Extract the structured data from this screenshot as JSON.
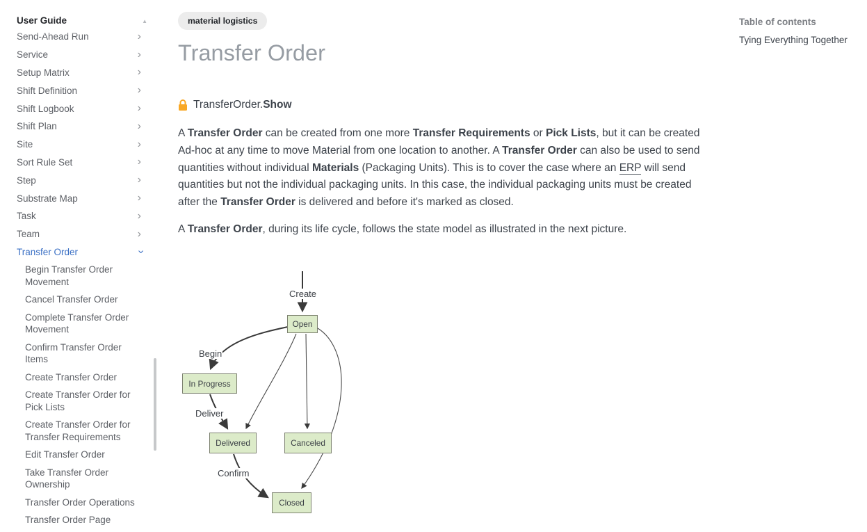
{
  "colors": {
    "accent_blue": "#3a6fc4",
    "node_fill": "#dcebc9",
    "node_border": "#7d8270",
    "lock_amber": "#f9a825",
    "chip_bg": "#ececec"
  },
  "icons": {
    "chevron": "›",
    "scroll_indicator": "▲",
    "lock": "lock-icon"
  },
  "sidebar": {
    "title": "User Guide",
    "items": [
      {
        "label": "Send-Ahead Run"
      },
      {
        "label": "Service"
      },
      {
        "label": "Setup Matrix"
      },
      {
        "label": "Shift Definition"
      },
      {
        "label": "Shift Logbook"
      },
      {
        "label": "Shift Plan"
      },
      {
        "label": "Site"
      },
      {
        "label": "Sort Rule Set"
      },
      {
        "label": "Step"
      },
      {
        "label": "Substrate Map"
      },
      {
        "label": "Task"
      },
      {
        "label": "Team"
      },
      {
        "label": "Transfer Order",
        "active": true
      }
    ],
    "subitems": [
      {
        "label": "Begin Transfer Order Movement"
      },
      {
        "label": "Cancel Transfer Order"
      },
      {
        "label": "Complete Transfer Order Movement"
      },
      {
        "label": "Confirm Transfer Order Items"
      },
      {
        "label": "Create Transfer Order"
      },
      {
        "label": "Create Transfer Order for Pick Lists"
      },
      {
        "label": "Create Transfer Order for Transfer Requirements"
      },
      {
        "label": "Edit Transfer Order"
      },
      {
        "label": "Take Transfer Order Ownership"
      },
      {
        "label": "Transfer Order Operations"
      },
      {
        "label": "Transfer Order Page"
      }
    ]
  },
  "content": {
    "tag": "material logistics",
    "title": "Transfer Order",
    "api": {
      "prefix": "TransferOrder.",
      "method": "Show"
    },
    "paragraphs": [
      {
        "segments": [
          {
            "text": "A "
          },
          {
            "text": "Transfer Order",
            "bold": true
          },
          {
            "text": " can be created from one more "
          },
          {
            "text": "Transfer Requirements",
            "bold": true
          },
          {
            "text": " or "
          },
          {
            "text": "Pick Lists",
            "bold": true
          },
          {
            "text": ", but it can be created Ad-hoc at any time to move Material from one location to another. A "
          },
          {
            "text": "Transfer Order",
            "bold": true
          },
          {
            "text": " can also be used to send quantities without individual "
          },
          {
            "text": "Materials",
            "bold": true
          },
          {
            "text": " (Packaging Units). This is to cover the case where an "
          },
          {
            "text": "ERP",
            "underline": true
          },
          {
            "text": " will send quantities but not the individual packaging units. In this case, the individual packaging units must be created after the "
          },
          {
            "text": "Transfer Order",
            "bold": true
          },
          {
            "text": " is delivered and before it's marked as closed."
          }
        ]
      },
      {
        "segments": [
          {
            "text": "A "
          },
          {
            "text": "Transfer Order",
            "bold": true
          },
          {
            "text": ", during its life cycle, follows the state model as illustrated in the next picture."
          }
        ]
      }
    ]
  },
  "diagram": {
    "nodes": [
      {
        "label": "Open"
      },
      {
        "label": "In Progress"
      },
      {
        "label": "Delivered"
      },
      {
        "label": "Canceled"
      },
      {
        "label": "Closed"
      }
    ],
    "edges": [
      {
        "label": "Create",
        "from": "start",
        "to": "Open"
      },
      {
        "label": "Begin",
        "from": "Open",
        "to": "In Progress"
      },
      {
        "label": "Deliver",
        "from": "In Progress",
        "to": "Delivered"
      },
      {
        "label": "Confirm",
        "from": "Delivered",
        "to": "Closed"
      },
      {
        "label": "",
        "from": "Open",
        "to": "Canceled"
      },
      {
        "label": "",
        "from": "Open",
        "to": "Closed"
      },
      {
        "label": "",
        "from": "Open",
        "to": "Delivered"
      }
    ]
  },
  "toc": {
    "title": "Table of contents",
    "items": [
      {
        "label": "Tying Everything Together"
      }
    ]
  }
}
